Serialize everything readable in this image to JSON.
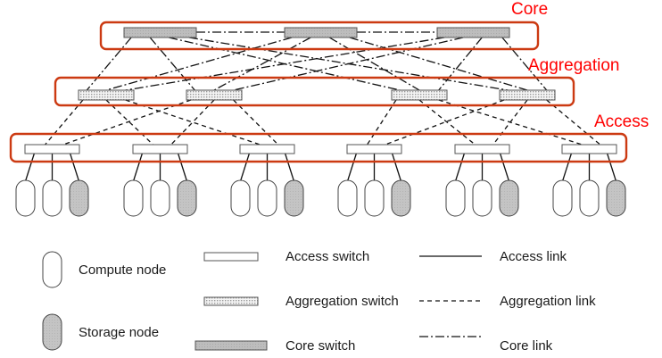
{
  "layer_labels": {
    "core": "Core",
    "aggregation": "Aggregation",
    "access": "Access"
  },
  "legend": {
    "compute_node": "Compute node",
    "storage_node": "Storage node",
    "access_switch": "Access switch",
    "aggregation_switch": "Aggregation switch",
    "core_switch": "Core switch",
    "access_link": "Access link",
    "aggregation_link": "Aggregation link",
    "core_link": "Core link"
  },
  "colors": {
    "layer_label": "#ff0000",
    "layer_box": "#cc3a12",
    "storage_node_fill": "#c2c2c2",
    "compute_node_fill": "#ffffff",
    "core_switch_fill": "#bdbdbd",
    "access_switch_fill": "#ffffff",
    "aggregation_switch_fill": "dotted-light-grey"
  },
  "topology": {
    "core_switches": [
      "C1",
      "C2",
      "C3"
    ],
    "aggregation_switches": [
      "G1",
      "G2",
      "G3",
      "G4"
    ],
    "access_switches": [
      "A1",
      "A2",
      "A3",
      "A4",
      "A5",
      "A6"
    ],
    "nodes_per_access_switch": [
      "compute",
      "compute",
      "storage"
    ],
    "core_peer_links": [
      [
        "C1",
        "C2"
      ],
      [
        "C2",
        "C3"
      ]
    ],
    "core_links": [
      [
        "C1",
        "G1"
      ],
      [
        "C1",
        "G2"
      ],
      [
        "C1",
        "G3"
      ],
      [
        "C1",
        "G4"
      ],
      [
        "C2",
        "G1"
      ],
      [
        "C2",
        "G2"
      ],
      [
        "C2",
        "G3"
      ],
      [
        "C2",
        "G4"
      ],
      [
        "C3",
        "G1"
      ],
      [
        "C3",
        "G2"
      ],
      [
        "C3",
        "G3"
      ],
      [
        "C3",
        "G4"
      ]
    ],
    "aggregation_links": [
      [
        "G1",
        "A1"
      ],
      [
        "G1",
        "A2"
      ],
      [
        "G1",
        "A3"
      ],
      [
        "G2",
        "A1"
      ],
      [
        "G2",
        "A2"
      ],
      [
        "G2",
        "A3"
      ],
      [
        "G3",
        "A4"
      ],
      [
        "G3",
        "A5"
      ],
      [
        "G3",
        "A6"
      ],
      [
        "G4",
        "A4"
      ],
      [
        "G4",
        "A5"
      ],
      [
        "G4",
        "A6"
      ]
    ]
  }
}
